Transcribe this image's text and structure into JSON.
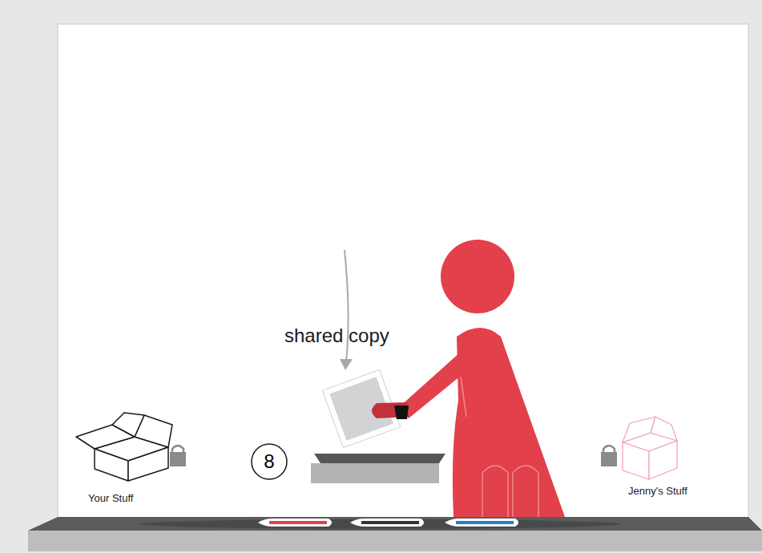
{
  "diagram": {
    "nodes": [
      {
        "text": [
          "8"
        ]
      }
    ],
    "labels": [
      "shared copy",
      "Your Stuff",
      "Jenny's Stuff"
    ]
  }
}
